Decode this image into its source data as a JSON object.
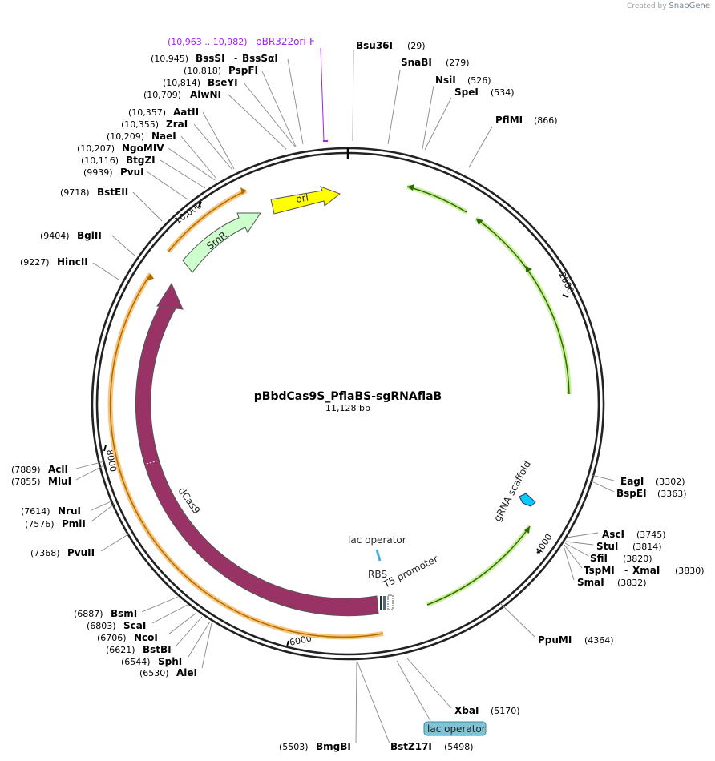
{
  "credit": {
    "prefix": "Created by",
    "brand": "SnapGene"
  },
  "plasmid": {
    "name": "pBbdCas9S_PflaBS-sgRNAflaB",
    "size_label": "11,128 bp",
    "length": 11128
  },
  "ticks": [
    "2000",
    "4000",
    "6000",
    "8000",
    "10,000"
  ],
  "sites": [
    {
      "name": "Bsu36I",
      "pos": "(29)"
    },
    {
      "name": "SnaBI",
      "pos": "(279)"
    },
    {
      "name": "NsiI",
      "pos": "(526)"
    },
    {
      "name": "SpeI",
      "pos": "(534)"
    },
    {
      "name": "PflMI",
      "pos": "(866)"
    },
    {
      "name": "EagI",
      "pos": "(3302)"
    },
    {
      "name": "BspEI",
      "pos": "(3363)"
    },
    {
      "name": "AscI",
      "pos": "(3745)"
    },
    {
      "name": "StuI",
      "pos": "(3814)"
    },
    {
      "name": "SfiI",
      "pos": "(3820)"
    },
    {
      "name": "TspMI",
      "pos": ""
    },
    {
      "name": "XmaI",
      "pos": "(3830)"
    },
    {
      "name": "SmaI",
      "pos": "(3832)"
    },
    {
      "name": "PpuMI",
      "pos": "(4364)"
    },
    {
      "name": "XbaI",
      "pos": "(5170)"
    },
    {
      "name": "BstZ17I",
      "pos": "(5498)"
    },
    {
      "name": "BmgBI",
      "pos": "(5503)"
    },
    {
      "name": "AleI",
      "pos": "(6530)"
    },
    {
      "name": "SphI",
      "pos": "(6544)"
    },
    {
      "name": "BstBI",
      "pos": "(6621)"
    },
    {
      "name": "NcoI",
      "pos": "(6706)"
    },
    {
      "name": "ScaI",
      "pos": "(6803)"
    },
    {
      "name": "BsmI",
      "pos": "(6887)"
    },
    {
      "name": "PvuII",
      "pos": "(7368)"
    },
    {
      "name": "PmlI",
      "pos": "(7576)"
    },
    {
      "name": "NruI",
      "pos": "(7614)"
    },
    {
      "name": "MluI",
      "pos": "(7855)"
    },
    {
      "name": "AclI",
      "pos": "(7889)"
    },
    {
      "name": "HincII",
      "pos": "(9227)"
    },
    {
      "name": "BglII",
      "pos": "(9404)"
    },
    {
      "name": "BstEII",
      "pos": "(9718)"
    },
    {
      "name": "PvuI",
      "pos": "(9939)"
    },
    {
      "name": "BtgZI",
      "pos": "(10,116)"
    },
    {
      "name": "NgoMIV",
      "pos": "(10,207)"
    },
    {
      "name": "NaeI",
      "pos": "(10,209)"
    },
    {
      "name": "ZraI",
      "pos": "(10,355)"
    },
    {
      "name": "AatII",
      "pos": "(10,357)"
    },
    {
      "name": "AlwNI",
      "pos": "(10,709)"
    },
    {
      "name": "BseYI",
      "pos": "(10,814)"
    },
    {
      "name": "PspFI",
      "pos": "(10,818)"
    },
    {
      "name": "BssSI",
      "pos": "(10,945)"
    },
    {
      "name": "BssSαI",
      "pos": ""
    }
  ],
  "dash": "-",
  "primer": {
    "range": "(10,963 .. 10,982)",
    "name": "pBR322ori-F"
  },
  "features": {
    "ori": "ori",
    "smr": "SmR",
    "dcas9": "dCas9",
    "gRNA": "gRNA scaffold",
    "lac_op": "lac operator",
    "rbs": "RBS",
    "t5": "T5 promoter",
    "lac_box": "lac operator"
  },
  "colors": {
    "ori": "#ffff00",
    "smr": "#ccffcc",
    "dcas9": "#993366",
    "gRNA": "#00ccff",
    "orange": "#f5b350",
    "green": "#7ec92a",
    "primer": "#a020f0"
  }
}
